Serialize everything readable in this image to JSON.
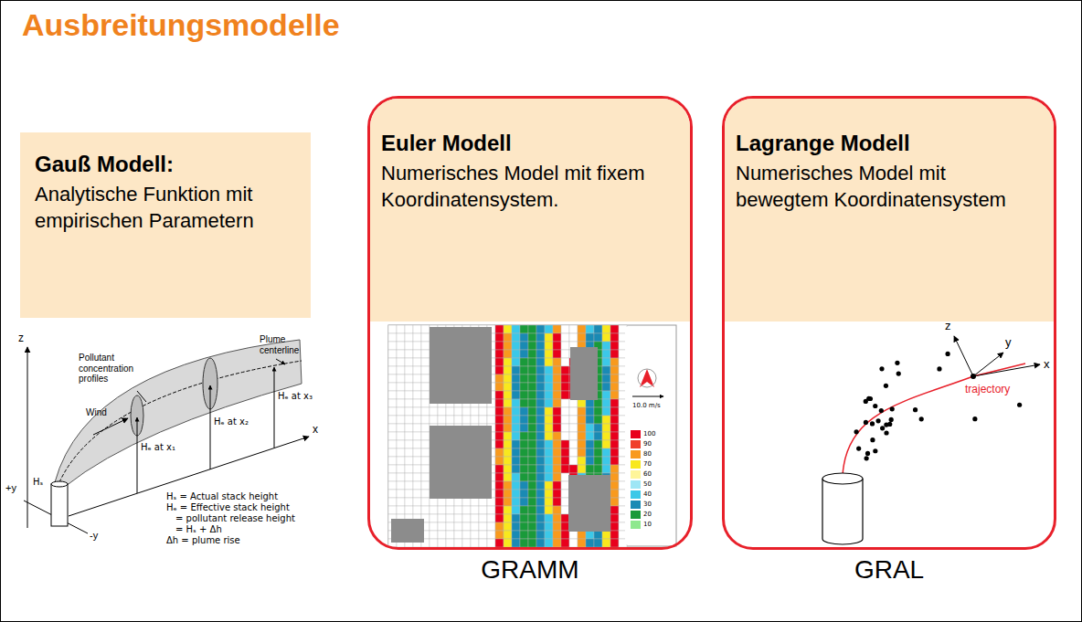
{
  "diagram": {
    "title": "Ausbreitungsmodelle",
    "nodes": [
      {
        "text": [
          "Gauß Modell:",
          "Analytische Funktion mit empirischen Parametern"
        ]
      },
      {
        "text": [
          "Euler Modell",
          "Numerisches Model mit fixem Koordinatensystem."
        ]
      },
      {
        "text": [
          "Lagrange Modell",
          "Numerisches Model mit bewegtem Koordinatensystem"
        ]
      }
    ],
    "labels": [
      "z",
      "Plume centerline",
      "Pollutant concentration profiles",
      "Wind",
      "Hₑ at x₃",
      "x",
      "Hₑ at x₂",
      "Hₑ at x₁",
      "+y",
      "Hₛ",
      "-y",
      "Hₛ = Actual stack height",
      "Hₑ = Effective stack height",
      "= pollutant release height",
      "= Hₛ + Δh",
      "Δh = plume rise",
      "10.0 m/s",
      "z",
      "y",
      "x",
      "trajectory",
      "GRAMM",
      "GRAL"
    ],
    "legend": [
      {
        "text": "100",
        "color": "#e8001c"
      },
      {
        "text": "90",
        "color": "#f0402a"
      },
      {
        "text": "80",
        "color": "#f89a1e"
      },
      {
        "text": "70",
        "color": "#f8e81e"
      },
      {
        "text": "60",
        "color": "#fff59a"
      },
      {
        "text": "50",
        "color": "#9ee6f5"
      },
      {
        "text": "40",
        "color": "#3cc8e8"
      },
      {
        "text": "30",
        "color": "#1a8ab4"
      },
      {
        "text": "20",
        "color": "#1a9a3a"
      },
      {
        "text": "10",
        "color": "#8ee88e"
      }
    ]
  }
}
